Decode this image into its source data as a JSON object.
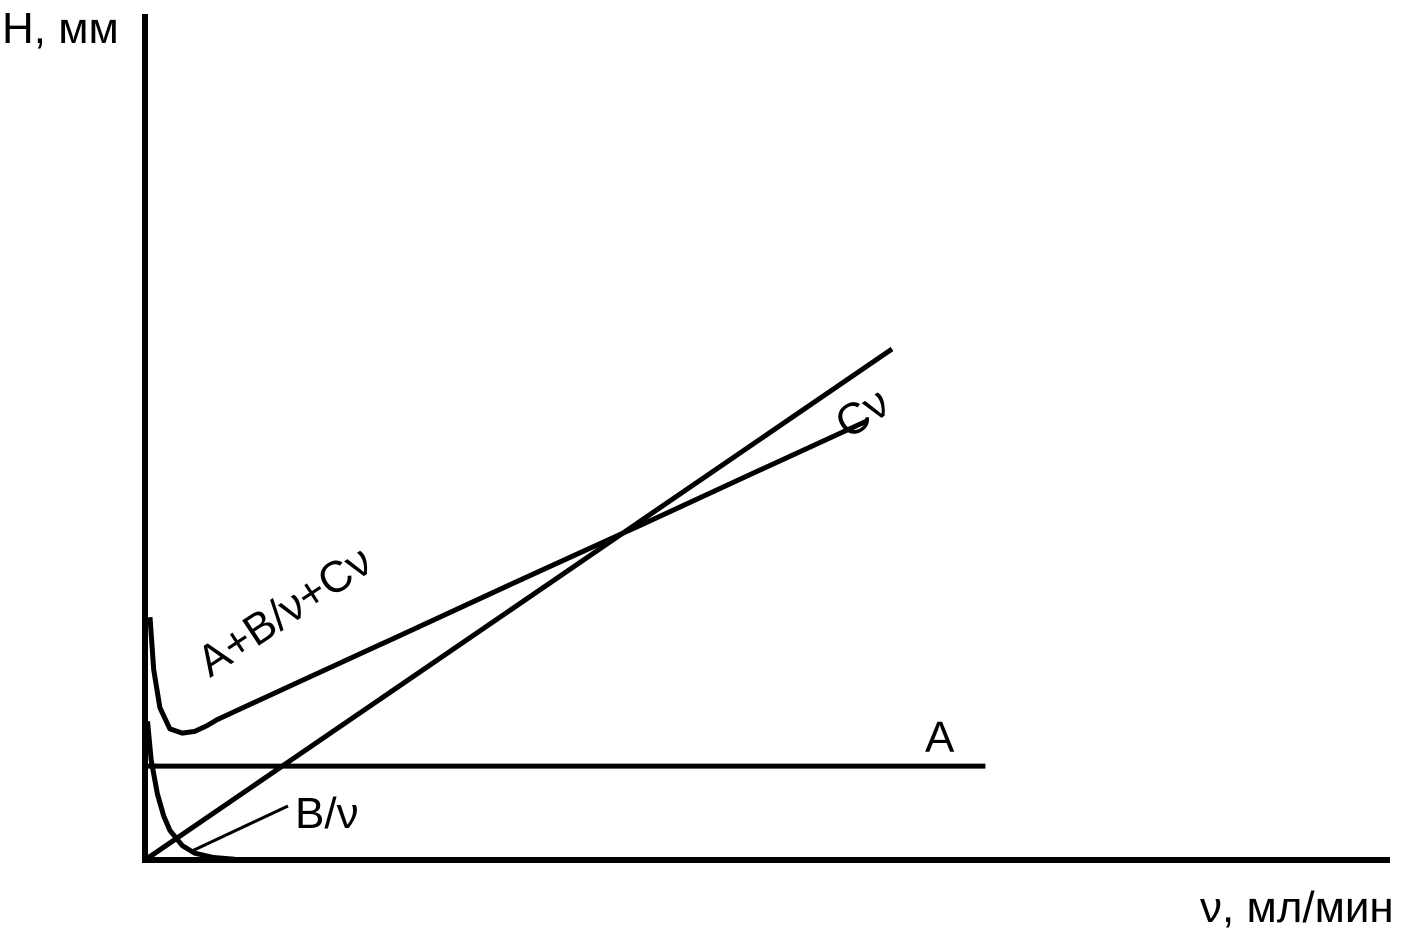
{
  "chart_data": {
    "type": "line",
    "xlabel": "ν, мл/мин",
    "ylabel": "H, мм",
    "xlim": [
      0,
      1
    ],
    "ylim": [
      0,
      1
    ],
    "grid": false,
    "legend": "none",
    "series": [
      {
        "name": "A+B/ν+Cν",
        "x": [
          0.004,
          0.007,
          0.012,
          0.02,
          0.03,
          0.04,
          0.05,
          0.058,
          0.12,
          0.2,
          0.3,
          0.4,
          0.5,
          0.58
        ],
        "y": [
          0.287,
          0.225,
          0.18,
          0.155,
          0.15,
          0.152,
          0.159,
          0.166,
          0.208,
          0.262,
          0.33,
          0.397,
          0.465,
          0.519
        ]
      },
      {
        "name": "Cν",
        "x": [
          0.0,
          0.6
        ],
        "y": [
          0.0,
          0.604
        ]
      },
      {
        "name": "A",
        "x": [
          0.0,
          0.675
        ],
        "y": [
          0.111,
          0.111
        ]
      },
      {
        "name": "B/ν",
        "x": [
          0.002,
          0.005,
          0.01,
          0.015,
          0.02,
          0.03,
          0.04,
          0.055,
          0.072
        ],
        "y": [
          0.164,
          0.118,
          0.078,
          0.052,
          0.035,
          0.017,
          0.008,
          0.003,
          0.001
        ]
      }
    ]
  },
  "labels": {
    "y_axis": "H, мм",
    "x_axis": "ν, мл/мин",
    "curve_total": "A+B/ν+Cν",
    "curve_c": "Cν",
    "curve_a": "A",
    "curve_b": "B/ν"
  },
  "colors": {
    "line": "#000000",
    "background": "#ffffff"
  }
}
